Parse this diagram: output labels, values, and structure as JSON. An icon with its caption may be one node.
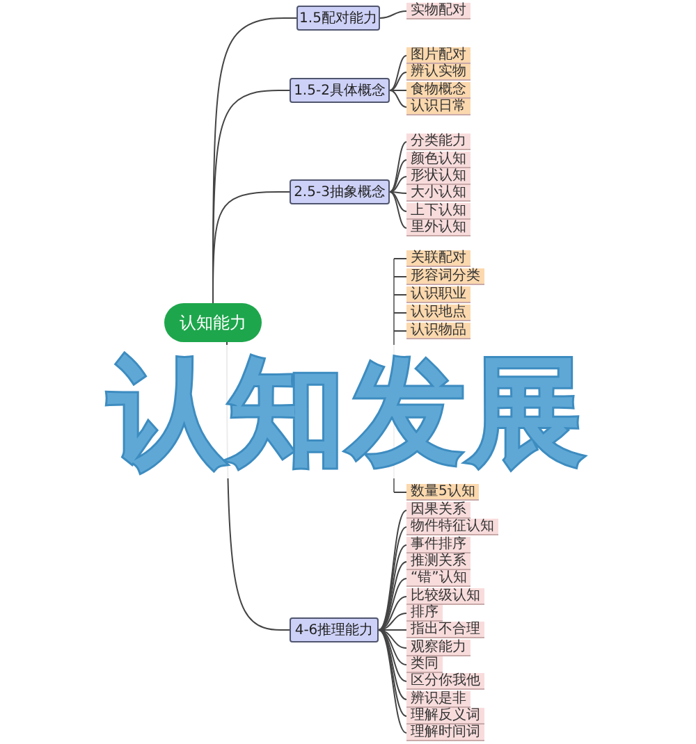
{
  "diagram": {
    "title": "认知发展",
    "nodes": [
      {
        "text": [
          "认知能力"
        ]
      },
      {
        "text": [
          "1.5配对能力"
        ]
      },
      {
        "text": [
          "实物配对"
        ]
      },
      {
        "text": [
          "1.5-2具体概念"
        ]
      },
      {
        "text": [
          "图片配对"
        ]
      },
      {
        "text": [
          "辨认实物"
        ]
      },
      {
        "text": [
          "食物概念"
        ]
      },
      {
        "text": [
          "认识日常"
        ]
      },
      {
        "text": [
          "2.5-3抽象概念"
        ]
      },
      {
        "text": [
          "分类能力"
        ]
      },
      {
        "text": [
          "颜色认知"
        ]
      },
      {
        "text": [
          "形状认知"
        ]
      },
      {
        "text": [
          "大小认知"
        ]
      },
      {
        "text": [
          "上下认知"
        ]
      },
      {
        "text": [
          "里外认知"
        ]
      },
      {
        "text": [
          "关联配对"
        ]
      },
      {
        "text": [
          "形容词分类"
        ]
      },
      {
        "text": [
          "认识职业"
        ]
      },
      {
        "text": [
          "认识地点"
        ]
      },
      {
        "text": [
          "认识物品"
        ]
      },
      {
        "text": [
          "数量5认知"
        ]
      },
      {
        "text": [
          "4-6推理能力"
        ]
      },
      {
        "text": [
          "因果关系"
        ]
      },
      {
        "text": [
          "物件特征认知"
        ]
      },
      {
        "text": [
          "事件排序"
        ]
      },
      {
        "text": [
          "推测关系"
        ]
      },
      {
        "text": [
          "“错”认知"
        ]
      },
      {
        "text": [
          "比较级认知"
        ]
      },
      {
        "text": [
          "排序"
        ]
      },
      {
        "text": [
          "指出不合理"
        ]
      },
      {
        "text": [
          "观察能力"
        ]
      },
      {
        "text": [
          "类同"
        ]
      },
      {
        "text": [
          "区分你我他"
        ]
      },
      {
        "text": [
          "辨识是非"
        ]
      },
      {
        "text": [
          "理解反义词"
        ]
      },
      {
        "text": [
          "理解时间词"
        ]
      }
    ],
    "edges": [
      {
        "from": 0,
        "to": 1,
        "arrow": "none"
      },
      {
        "from": 0,
        "to": 3,
        "arrow": "none"
      },
      {
        "from": 0,
        "to": 8,
        "arrow": "none"
      },
      {
        "from": 0,
        "to": 21,
        "arrow": "none"
      },
      {
        "from": 1,
        "to": 2,
        "arrow": "none"
      },
      {
        "from": 3,
        "to": 4,
        "arrow": "none"
      },
      {
        "from": 3,
        "to": 5,
        "arrow": "none"
      },
      {
        "from": 3,
        "to": 6,
        "arrow": "none"
      },
      {
        "from": 3,
        "to": 7,
        "arrow": "none"
      },
      {
        "from": 8,
        "to": 9,
        "arrow": "none"
      },
      {
        "from": 8,
        "to": 10,
        "arrow": "none"
      },
      {
        "from": 8,
        "to": 11,
        "arrow": "none"
      },
      {
        "from": 8,
        "to": 12,
        "arrow": "none"
      },
      {
        "from": 8,
        "to": 13,
        "arrow": "none"
      },
      {
        "from": 8,
        "to": 14,
        "arrow": "none"
      },
      {
        "from": null,
        "to": 15,
        "arrow": "none"
      },
      {
        "from": null,
        "to": 16,
        "arrow": "none"
      },
      {
        "from": null,
        "to": 17,
        "arrow": "none"
      },
      {
        "from": null,
        "to": 18,
        "arrow": "none"
      },
      {
        "from": null,
        "to": 19,
        "arrow": "none"
      },
      {
        "from": null,
        "to": 20,
        "arrow": "none"
      },
      {
        "from": 21,
        "to": 22,
        "arrow": "none"
      },
      {
        "from": 21,
        "to": 23,
        "arrow": "none"
      },
      {
        "from": 21,
        "to": 24,
        "arrow": "none"
      },
      {
        "from": 21,
        "to": 25,
        "arrow": "none"
      },
      {
        "from": 21,
        "to": 26,
        "arrow": "none"
      },
      {
        "from": 21,
        "to": 27,
        "arrow": "none"
      },
      {
        "from": 21,
        "to": 28,
        "arrow": "none"
      },
      {
        "from": 21,
        "to": 29,
        "arrow": "none"
      },
      {
        "from": 21,
        "to": 30,
        "arrow": "none"
      },
      {
        "from": 21,
        "to": 31,
        "arrow": "none"
      },
      {
        "from": 21,
        "to": 32,
        "arrow": "none"
      },
      {
        "from": 21,
        "to": 33,
        "arrow": "none"
      },
      {
        "from": 21,
        "to": 34,
        "arrow": "none"
      },
      {
        "from": 21,
        "to": 35,
        "arrow": "none"
      }
    ]
  }
}
